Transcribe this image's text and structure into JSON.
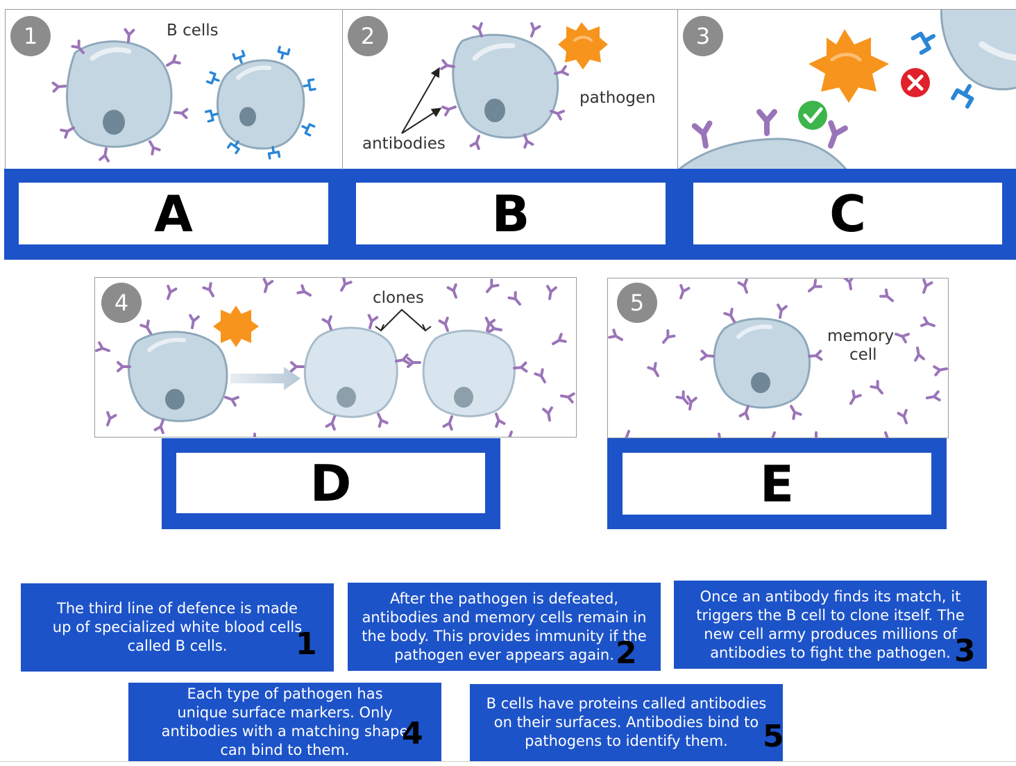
{
  "panels": [
    {
      "number": "1",
      "labels": [
        "B cells"
      ]
    },
    {
      "number": "2",
      "labels": [
        "antibodies",
        "pathogen"
      ]
    },
    {
      "number": "3",
      "labels": []
    },
    {
      "number": "4",
      "labels": [
        "clones"
      ]
    },
    {
      "number": "5",
      "labels": [
        "memory",
        "cell"
      ]
    }
  ],
  "answer_boxes": [
    "A",
    "B",
    "C",
    "D",
    "E"
  ],
  "cards": [
    {
      "text": "The third line of defence is made up of specialized white blood cells called B cells.",
      "mark": "1"
    },
    {
      "text": "After the pathogen is defeated, antibodies and memory cells remain in the body. This provides immunity if the pathogen ever appears again.",
      "mark": "2"
    },
    {
      "text": "Once an antibody finds its match, it triggers the B cell to clone itself. The new cell army produces millions of antibodies to fight the pathogen.",
      "mark": "3"
    },
    {
      "text": "Each type of pathogen has unique surface markers. Only antibodies with a matching shape can bind to them.",
      "mark": "4"
    },
    {
      "text": "B cells have proteins called antibodies on their surfaces. Antibodies bind to pathogens to identify them.",
      "mark": "5"
    }
  ],
  "colors": {
    "blue": "#1d53c8",
    "cell": "#c5d6e3",
    "antibody_purple": "#9a74b8",
    "antibody_blue": "#2b86d6",
    "pathogen": "#f7941d",
    "check": "#3cb54a",
    "cross": "#e0202b"
  }
}
